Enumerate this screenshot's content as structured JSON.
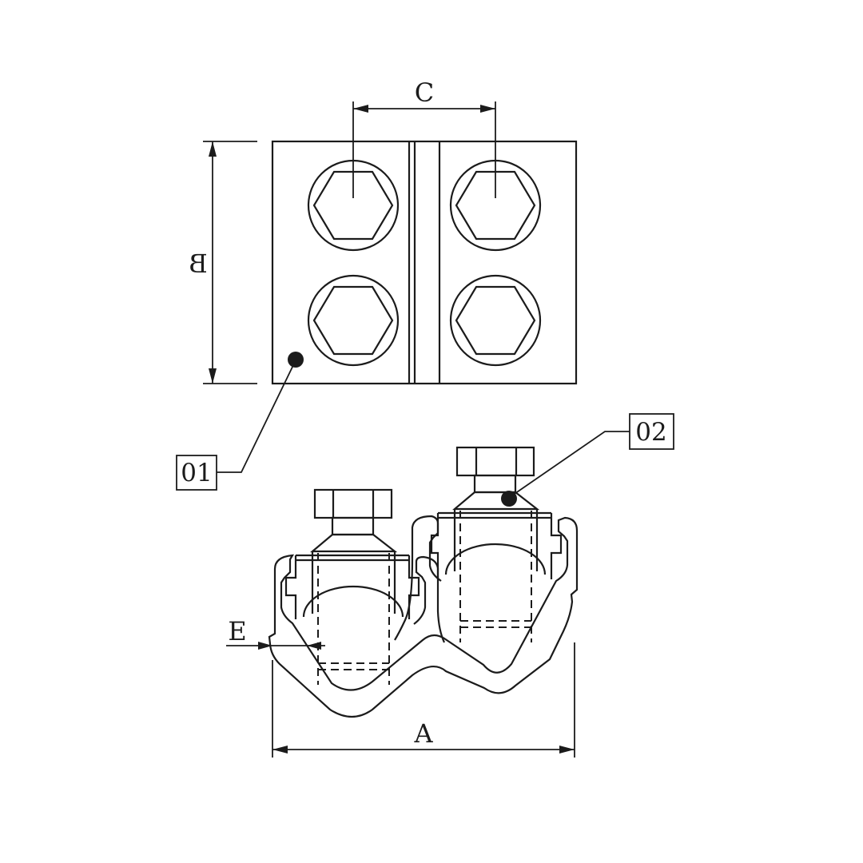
{
  "labels": {
    "dim_a": "A",
    "dim_b": "B",
    "dim_c": "C",
    "dim_e": "E",
    "balloon_01": "01",
    "balloon_02": "02"
  },
  "colors": {
    "background": "#ffffff",
    "line": "#1b1b1b"
  }
}
